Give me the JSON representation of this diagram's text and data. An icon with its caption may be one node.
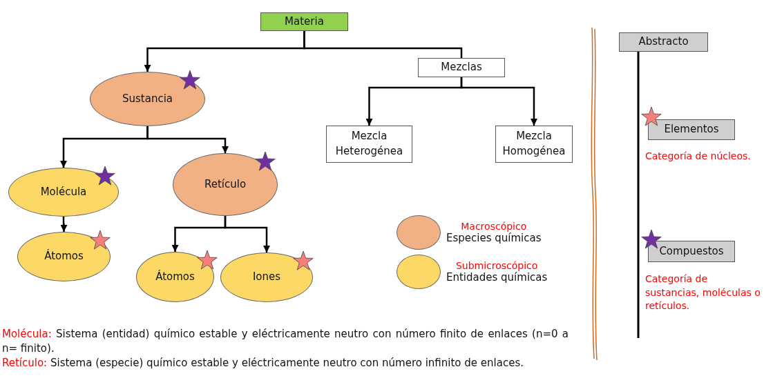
{
  "diagram": {
    "nodes": [
      {
        "text": [
          "Materia"
        ]
      },
      {
        "text": [
          "Sustancia"
        ]
      },
      {
        "text": [
          "Mezclas"
        ]
      },
      {
        "text": [
          "Molécula"
        ]
      },
      {
        "text": [
          "Retículo"
        ]
      },
      {
        "text": [
          "Mezcla Heterogénea"
        ]
      },
      {
        "text": [
          "Mezcla Homogénea"
        ]
      },
      {
        "text": [
          "Átomos"
        ]
      },
      {
        "text": [
          "Átomos"
        ]
      },
      {
        "text": [
          "Iones"
        ]
      },
      {
        "text": [
          "Abstracto"
        ]
      },
      {
        "text": [
          "Elementos"
        ],
        "beside": [
          "Categoría de núcleos."
        ]
      },
      {
        "text": [
          "Compuestos"
        ],
        "beside": [
          "Categoría de sustancias,  moléculas o retículos."
        ]
      }
    ],
    "edges": [
      {
        "from": 0,
        "to": 1,
        "arrow": "to"
      },
      {
        "from": 0,
        "to": 2,
        "arrow": "none"
      },
      {
        "from": 1,
        "to": 3,
        "arrow": "to"
      },
      {
        "from": 1,
        "to": 4,
        "arrow": "to"
      },
      {
        "from": 2,
        "to": 5,
        "arrow": "to"
      },
      {
        "from": 2,
        "to": 6,
        "arrow": "to"
      },
      {
        "from": 3,
        "to": 7,
        "arrow": "to"
      },
      {
        "from": 4,
        "to": 8,
        "arrow": "to"
      },
      {
        "from": 4,
        "to": 9,
        "arrow": "to"
      }
    ],
    "labels": [
      "Macroscópico",
      "Submicroscópico",
      "Molécula:",
      "Sistema (entidad) químico estable y eléctricamente neutro con número finito de enlaces (n=0 a n= finito).",
      "Retículo:",
      "Sistema (especie) químico estable y eléctricamente neutro con número infinito de enlaces."
    ],
    "legend": [
      {
        "text": "Especies químicas",
        "color": "#f2b185"
      },
      {
        "text": "Entidades químicas",
        "color": "#fcd866"
      }
    ]
  }
}
